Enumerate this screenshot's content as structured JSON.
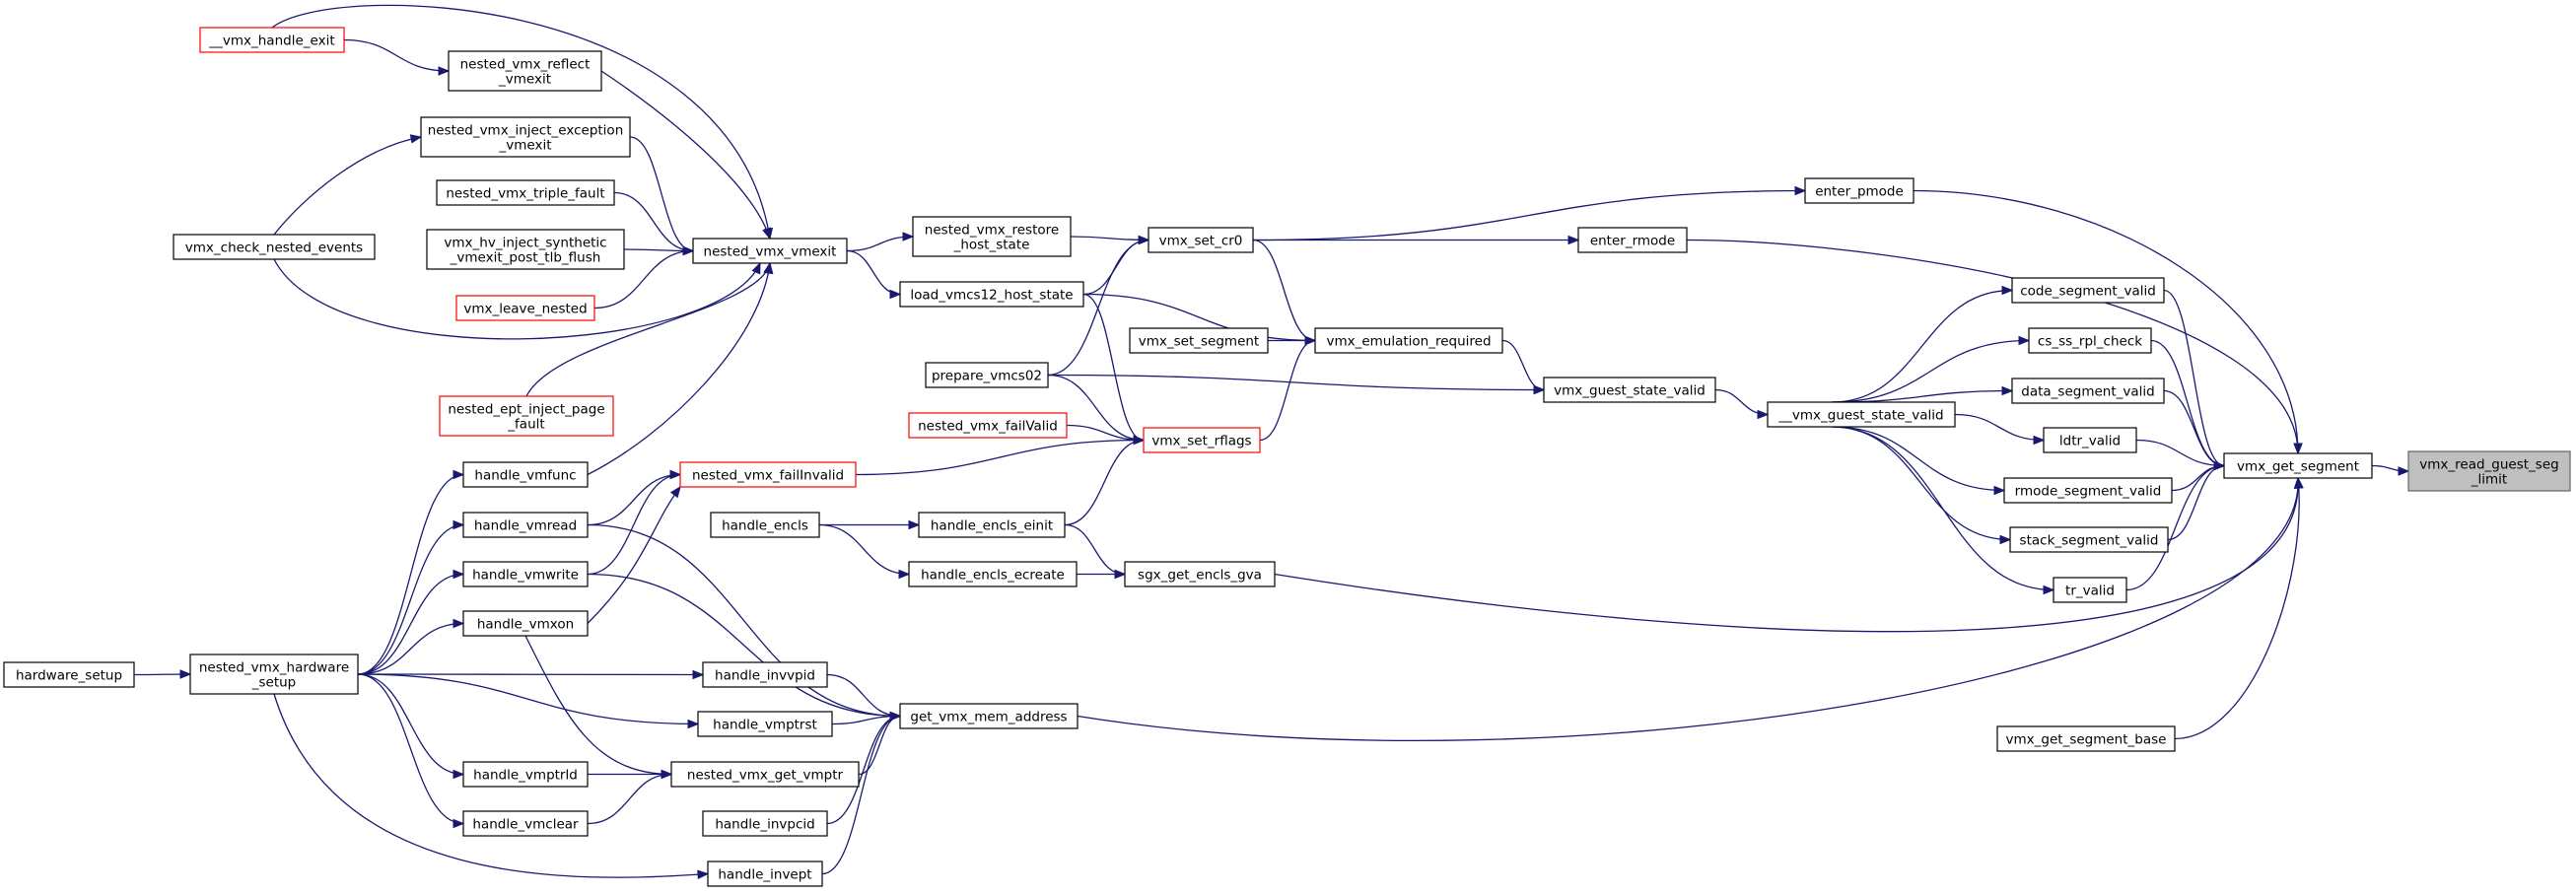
{
  "nodes": [
    {
      "id": "root",
      "lines": [
        "vmx_read_guest_seg",
        "_limit"
      ],
      "style": "root"
    },
    {
      "id": "vmx_get_segment",
      "lines": [
        "vmx_get_segment"
      ],
      "style": "normal"
    },
    {
      "id": "enter_pmode",
      "lines": [
        "enter_pmode"
      ],
      "style": "normal"
    },
    {
      "id": "enter_rmode",
      "lines": [
        "enter_rmode"
      ],
      "style": "normal"
    },
    {
      "id": "code_segment_valid",
      "lines": [
        "code_segment_valid"
      ],
      "style": "normal"
    },
    {
      "id": "cs_ss_rpl_check",
      "lines": [
        "cs_ss_rpl_check"
      ],
      "style": "normal"
    },
    {
      "id": "data_segment_valid",
      "lines": [
        "data_segment_valid"
      ],
      "style": "normal"
    },
    {
      "id": "ldtr_valid",
      "lines": [
        "ldtr_valid"
      ],
      "style": "normal"
    },
    {
      "id": "rmode_segment_valid",
      "lines": [
        "rmode_segment_valid"
      ],
      "style": "normal"
    },
    {
      "id": "stack_segment_valid",
      "lines": [
        "stack_segment_valid"
      ],
      "style": "normal"
    },
    {
      "id": "tr_valid",
      "lines": [
        "tr_valid"
      ],
      "style": "normal"
    },
    {
      "id": "vmx_get_segment_base",
      "lines": [
        "vmx_get_segment_base"
      ],
      "style": "normal"
    },
    {
      "id": "__vmx_guest_state_valid",
      "lines": [
        "__vmx_guest_state_valid"
      ],
      "style": "normal"
    },
    {
      "id": "vmx_guest_state_valid",
      "lines": [
        "vmx_guest_state_valid"
      ],
      "style": "normal"
    },
    {
      "id": "vmx_emulation_required",
      "lines": [
        "vmx_emulation_required"
      ],
      "style": "normal"
    },
    {
      "id": "vmx_set_segment",
      "lines": [
        "vmx_set_segment"
      ],
      "style": "normal"
    },
    {
      "id": "vmx_set_cr0",
      "lines": [
        "vmx_set_cr0"
      ],
      "style": "normal"
    },
    {
      "id": "vmx_set_rflags",
      "lines": [
        "vmx_set_rflags"
      ],
      "style": "red"
    },
    {
      "id": "nested_vmx_restore_host_state",
      "lines": [
        "nested_vmx_restore",
        "_host_state"
      ],
      "style": "normal"
    },
    {
      "id": "load_vmcs12_host_state",
      "lines": [
        "load_vmcs12_host_state"
      ],
      "style": "normal"
    },
    {
      "id": "prepare_vmcs02",
      "lines": [
        "prepare_vmcs02"
      ],
      "style": "normal"
    },
    {
      "id": "nested_vmx_failValid",
      "lines": [
        "nested_vmx_failValid"
      ],
      "style": "red"
    },
    {
      "id": "nested_vmx_failInvalid",
      "lines": [
        "nested_vmx_failInvalid"
      ],
      "style": "red"
    },
    {
      "id": "handle_encls_einit",
      "lines": [
        "handle_encls_einit"
      ],
      "style": "normal"
    },
    {
      "id": "handle_encls",
      "lines": [
        "handle_encls"
      ],
      "style": "normal"
    },
    {
      "id": "handle_encls_ecreate",
      "lines": [
        "handle_encls_ecreate"
      ],
      "style": "normal"
    },
    {
      "id": "sgx_get_encls_gva",
      "lines": [
        "sgx_get_encls_gva"
      ],
      "style": "normal"
    },
    {
      "id": "get_vmx_mem_address",
      "lines": [
        "get_vmx_mem_address"
      ],
      "style": "normal"
    },
    {
      "id": "nested_vmx_vmexit",
      "lines": [
        "nested_vmx_vmexit"
      ],
      "style": "normal"
    },
    {
      "id": "__vmx_handle_exit",
      "lines": [
        "__vmx_handle_exit"
      ],
      "style": "red"
    },
    {
      "id": "nested_vmx_reflect_vmexit",
      "lines": [
        "nested_vmx_reflect",
        "_vmexit"
      ],
      "style": "normal"
    },
    {
      "id": "nested_vmx_inject_exception_vmexit",
      "lines": [
        "nested_vmx_inject_exception",
        "_vmexit"
      ],
      "style": "normal"
    },
    {
      "id": "nested_vmx_triple_fault",
      "lines": [
        "nested_vmx_triple_fault"
      ],
      "style": "normal"
    },
    {
      "id": "vmx_hv_inject_synthetic",
      "lines": [
        "vmx_hv_inject_synthetic",
        "_vmexit_post_tlb_flush"
      ],
      "style": "normal"
    },
    {
      "id": "vmx_leave_nested",
      "lines": [
        "vmx_leave_nested"
      ],
      "style": "red"
    },
    {
      "id": "nested_ept_inject_page_fault",
      "lines": [
        "nested_ept_inject_page",
        "_fault"
      ],
      "style": "red"
    },
    {
      "id": "vmx_check_nested_events",
      "lines": [
        "vmx_check_nested_events"
      ],
      "style": "normal"
    },
    {
      "id": "handle_vmfunc",
      "lines": [
        "handle_vmfunc"
      ],
      "style": "normal"
    },
    {
      "id": "handle_vmread",
      "lines": [
        "handle_vmread"
      ],
      "style": "normal"
    },
    {
      "id": "handle_vmwrite",
      "lines": [
        "handle_vmwrite"
      ],
      "style": "normal"
    },
    {
      "id": "handle_vmxon",
      "lines": [
        "handle_vmxon"
      ],
      "style": "normal"
    },
    {
      "id": "handle_invvpid",
      "lines": [
        "handle_invvpid"
      ],
      "style": "normal"
    },
    {
      "id": "handle_vmptrst",
      "lines": [
        "handle_vmptrst"
      ],
      "style": "normal"
    },
    {
      "id": "handle_vmptrld",
      "lines": [
        "handle_vmptrld"
      ],
      "style": "normal"
    },
    {
      "id": "nested_vmx_get_vmptr",
      "lines": [
        "nested_vmx_get_vmptr"
      ],
      "style": "normal"
    },
    {
      "id": "handle_vmclear",
      "lines": [
        "handle_vmclear"
      ],
      "style": "normal"
    },
    {
      "id": "handle_invpcid",
      "lines": [
        "handle_invpcid"
      ],
      "style": "normal"
    },
    {
      "id": "handle_invept",
      "lines": [
        "handle_invept"
      ],
      "style": "normal"
    },
    {
      "id": "nested_vmx_hardware_setup",
      "lines": [
        "nested_vmx_hardware",
        "_setup"
      ],
      "style": "normal"
    },
    {
      "id": "hardware_setup",
      "lines": [
        "hardware_setup"
      ],
      "style": "normal"
    }
  ],
  "edges": [
    [
      "vmx_get_segment",
      "root"
    ],
    [
      "enter_pmode",
      "vmx_get_segment"
    ],
    [
      "enter_rmode",
      "vmx_get_segment"
    ],
    [
      "code_segment_valid",
      "vmx_get_segment"
    ],
    [
      "cs_ss_rpl_check",
      "vmx_get_segment"
    ],
    [
      "data_segment_valid",
      "vmx_get_segment"
    ],
    [
      "ldtr_valid",
      "vmx_get_segment"
    ],
    [
      "rmode_segment_valid",
      "vmx_get_segment"
    ],
    [
      "stack_segment_valid",
      "vmx_get_segment"
    ],
    [
      "tr_valid",
      "vmx_get_segment"
    ],
    [
      "vmx_get_segment_base",
      "vmx_get_segment"
    ],
    [
      "sgx_get_encls_gva",
      "vmx_get_segment"
    ],
    [
      "get_vmx_mem_address",
      "vmx_get_segment"
    ],
    [
      "__vmx_guest_state_valid",
      "code_segment_valid"
    ],
    [
      "__vmx_guest_state_valid",
      "cs_ss_rpl_check"
    ],
    [
      "__vmx_guest_state_valid",
      "data_segment_valid"
    ],
    [
      "__vmx_guest_state_valid",
      "ldtr_valid"
    ],
    [
      "__vmx_guest_state_valid",
      "rmode_segment_valid"
    ],
    [
      "__vmx_guest_state_valid",
      "stack_segment_valid"
    ],
    [
      "__vmx_guest_state_valid",
      "tr_valid"
    ],
    [
      "vmx_guest_state_valid",
      "__vmx_guest_state_valid"
    ],
    [
      "vmx_emulation_required",
      "vmx_guest_state_valid"
    ],
    [
      "prepare_vmcs02",
      "vmx_guest_state_valid"
    ],
    [
      "vmx_set_cr0",
      "enter_pmode"
    ],
    [
      "vmx_set_cr0",
      "enter_rmode"
    ],
    [
      "vmx_set_cr0",
      "vmx_emulation_required"
    ],
    [
      "vmx_set_segment",
      "vmx_emulation_required"
    ],
    [
      "load_vmcs12_host_state",
      "vmx_emulation_required"
    ],
    [
      "vmx_set_rflags",
      "vmx_emulation_required"
    ],
    [
      "nested_vmx_restore_host_state",
      "vmx_set_cr0"
    ],
    [
      "load_vmcs12_host_state",
      "vmx_set_cr0"
    ],
    [
      "prepare_vmcs02",
      "vmx_set_cr0"
    ],
    [
      "load_vmcs12_host_state",
      "vmx_set_rflags"
    ],
    [
      "prepare_vmcs02",
      "vmx_set_rflags"
    ],
    [
      "nested_vmx_failValid",
      "vmx_set_rflags"
    ],
    [
      "nested_vmx_failInvalid",
      "vmx_set_rflags"
    ],
    [
      "handle_encls_einit",
      "vmx_set_rflags"
    ],
    [
      "nested_vmx_vmexit",
      "nested_vmx_restore_host_state"
    ],
    [
      "nested_vmx_vmexit",
      "load_vmcs12_host_state"
    ],
    [
      "__vmx_handle_exit",
      "nested_vmx_vmexit"
    ],
    [
      "__vmx_handle_exit",
      "nested_vmx_reflect_vmexit"
    ],
    [
      "nested_vmx_reflect_vmexit",
      "nested_vmx_vmexit"
    ],
    [
      "nested_vmx_inject_exception_vmexit",
      "nested_vmx_vmexit"
    ],
    [
      "nested_vmx_triple_fault",
      "nested_vmx_vmexit"
    ],
    [
      "vmx_hv_inject_synthetic",
      "nested_vmx_vmexit"
    ],
    [
      "vmx_leave_nested",
      "nested_vmx_vmexit"
    ],
    [
      "nested_ept_inject_page_fault",
      "nested_vmx_vmexit"
    ],
    [
      "handle_vmfunc",
      "nested_vmx_vmexit"
    ],
    [
      "vmx_check_nested_events",
      "nested_vmx_vmexit"
    ],
    [
      "vmx_check_nested_events",
      "nested_vmx_inject_exception_vmexit"
    ],
    [
      "handle_vmread",
      "nested_vmx_failInvalid"
    ],
    [
      "handle_vmwrite",
      "nested_vmx_failInvalid"
    ],
    [
      "handle_vmxon",
      "nested_vmx_failInvalid"
    ],
    [
      "handle_encls",
      "handle_encls_einit"
    ],
    [
      "handle_encls",
      "handle_encls_ecreate"
    ],
    [
      "handle_encls_einit",
      "sgx_get_encls_gva"
    ],
    [
      "handle_encls_ecreate",
      "sgx_get_encls_gva"
    ],
    [
      "handle_vmread",
      "get_vmx_mem_address"
    ],
    [
      "handle_vmwrite",
      "get_vmx_mem_address"
    ],
    [
      "handle_invvpid",
      "get_vmx_mem_address"
    ],
    [
      "handle_vmptrst",
      "get_vmx_mem_address"
    ],
    [
      "nested_vmx_get_vmptr",
      "get_vmx_mem_address"
    ],
    [
      "handle_invpcid",
      "get_vmx_mem_address"
    ],
    [
      "handle_invept",
      "get_vmx_mem_address"
    ],
    [
      "handle_vmxon",
      "nested_vmx_get_vmptr"
    ],
    [
      "handle_vmptrld",
      "nested_vmx_get_vmptr"
    ],
    [
      "handle_vmclear",
      "nested_vmx_get_vmptr"
    ],
    [
      "nested_vmx_hardware_setup",
      "handle_vmfunc"
    ],
    [
      "nested_vmx_hardware_setup",
      "handle_vmread"
    ],
    [
      "nested_vmx_hardware_setup",
      "handle_vmwrite"
    ],
    [
      "nested_vmx_hardware_setup",
      "handle_vmxon"
    ],
    [
      "nested_vmx_hardware_setup",
      "handle_invvpid"
    ],
    [
      "nested_vmx_hardware_setup",
      "handle_vmptrst"
    ],
    [
      "nested_vmx_hardware_setup",
      "handle_vmptrld"
    ],
    [
      "nested_vmx_hardware_setup",
      "handle_vmclear"
    ],
    [
      "nested_vmx_hardware_setup",
      "handle_invept"
    ],
    [
      "hardware_setup",
      "nested_vmx_hardware_setup"
    ]
  ]
}
